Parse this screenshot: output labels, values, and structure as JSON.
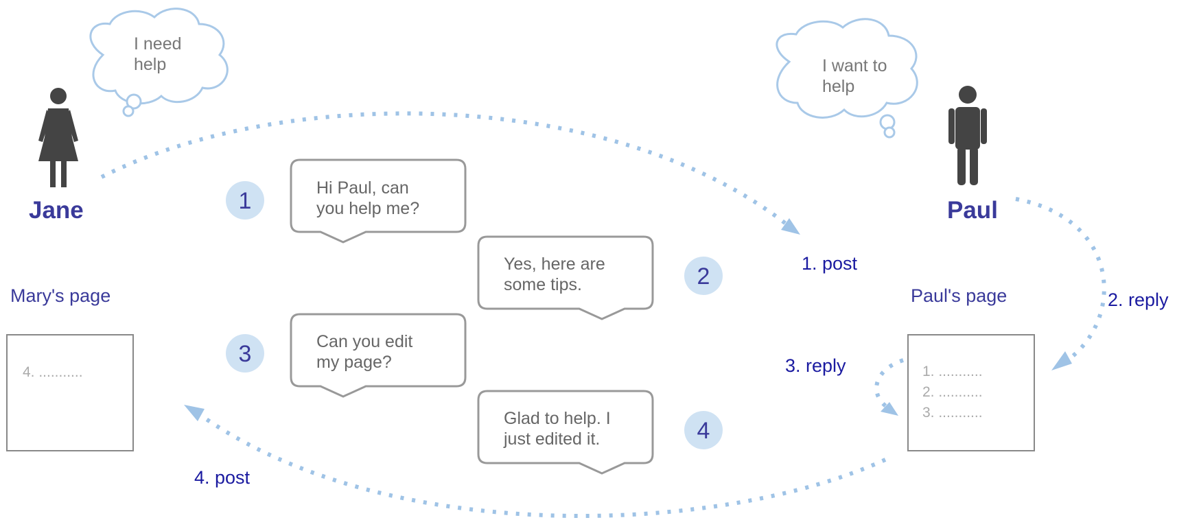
{
  "people": {
    "jane": {
      "name": "Jane",
      "thought": [
        "I need",
        "help"
      ],
      "icon": "woman-icon"
    },
    "paul": {
      "name": "Paul",
      "thought": [
        "I want to",
        "help"
      ],
      "icon": "man-icon"
    }
  },
  "pages": {
    "mary": {
      "title": "Mary's page",
      "lines": [
        "4. ..........."
      ]
    },
    "paul": {
      "title": "Paul's  page",
      "lines": [
        "1. ...........",
        "2. ...........",
        "3. ..........."
      ]
    }
  },
  "steps": [
    {
      "number": "1",
      "lines": [
        "Hi Paul, can",
        "you help me?"
      ]
    },
    {
      "number": "2",
      "lines": [
        "Yes, here are",
        "some tips."
      ]
    },
    {
      "number": "3",
      "lines": [
        "Can you edit",
        "my page?"
      ]
    },
    {
      "number": "4",
      "lines": [
        "Glad to help. I",
        "just edited it."
      ]
    }
  ],
  "flows": [
    {
      "label": "1. post"
    },
    {
      "label": "2. reply"
    },
    {
      "label": "3. reply"
    },
    {
      "label": "4. post"
    }
  ],
  "colors": {
    "name": "#3a3a9a",
    "flow_label": "#1a1aa0",
    "arrow": "#9fc3e6",
    "cloud_stroke": "#a9c9e8",
    "step_circle": "#cfe2f3",
    "bubble_stroke": "#999999",
    "person": "#444444"
  }
}
